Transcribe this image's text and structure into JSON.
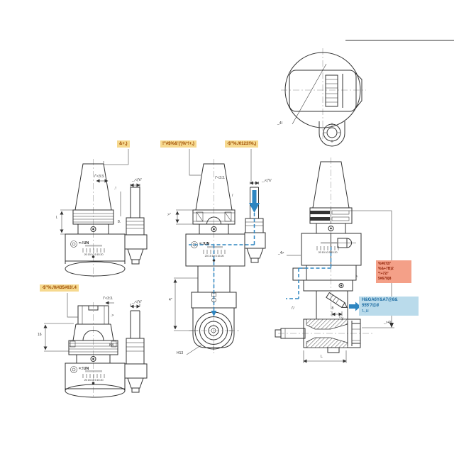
{
  "colors": {
    "line": "#333333",
    "accent_blue": "#2e86c1",
    "tan_bg": "#f6d98f",
    "tan_text": "#9c4a00",
    "salmon_bg": "#f4a088",
    "salmon_text": "#8e1f04",
    "note_bg": "#badbeb",
    "note_text": "#16679f"
  },
  "top_labels": [
    "&+,)",
    "!\"#$%&'(')%*!+,)",
    "-$\"%./0123!%,)"
  ],
  "bottom_left_label": "-$\"%./0/435#63!.4",
  "right_callout": [
    "%#672/'",
    "%&+7B)2",
    "*!+72/'",
    "5#678)8"
  ],
  "blue_note": [
    "H&GA6Y&A7@8&",
    "555'7@8",
    "'L,H"
  ],
  "logo": {
    "text": "=:!UN",
    "scale_numbers": "20 15 10 5 15 20"
  },
  "dims": {
    "left_taper": "/\"<3:3.",
    "left_shank": ".!",
    "left_flange": "8.",
    "left_gauge": "l.",
    "left_spindle": "_,<(Y/",
    "mid_taper": "/\"<3:3.",
    "mid_spindle": "_,<(Y/",
    "mid_shank": "/",
    "mid_flange": ">\"",
    "mid_length": "4\"",
    "bl_taper": "/\"<3:3.",
    "bl_spindle": "_,<(Y/",
    "bl_cap": ".>",
    "bl_height": "16",
    "bl_flange": "B8",
    "right_ref": "_4>",
    "right_arm": "/'/",
    "right_nipple_a": ".8",
    "right_nipple_b": "*.y",
    "right_step": ">.",
    "right_offset": "_>4)/",
    "right_length": "L",
    "top_view_ref": "_4I",
    "spindle_ref": "H13"
  }
}
